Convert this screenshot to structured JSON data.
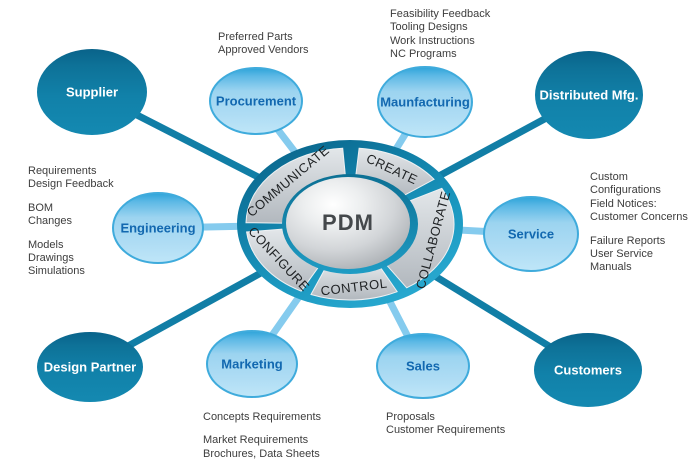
{
  "diagram_title": "PDM hub and spoke diagram",
  "hub": {
    "center_label": "PDM",
    "segments": [
      "COMMUNICATE",
      "CREATE",
      "COLLABORATE",
      "CONTROL",
      "CONFIGURE"
    ]
  },
  "nodes": [
    {
      "label": "Supplier",
      "type": "external-dark"
    },
    {
      "label": "Procurement",
      "type": "internal-light"
    },
    {
      "label": "Maunfacturing",
      "type": "internal-light"
    },
    {
      "label": "Distributed Mfg.",
      "type": "external-dark"
    },
    {
      "label": "Engineering",
      "type": "internal-light"
    },
    {
      "label": "Service",
      "type": "internal-light"
    },
    {
      "label": "Design Partner",
      "type": "external-dark"
    },
    {
      "label": "Marketing",
      "type": "internal-light"
    },
    {
      "label": "Sales",
      "type": "internal-light"
    },
    {
      "label": "Customers",
      "type": "external-dark"
    }
  ],
  "notes": {
    "procurement": [
      "Preferred Parts",
      "Approved Vendors"
    ],
    "manufacturing": [
      "Feasibility Feedback",
      "Tooling Designs",
      "Work Instructions",
      "NC Programs"
    ],
    "engineering": [
      "Requirements",
      "Design Feedback",
      "",
      "BOM",
      "Changes",
      "",
      "Models",
      "Drawings",
      "Simulations"
    ],
    "service": [
      "Custom",
      "Configurations",
      "Field Notices:",
      "Customer Concerns",
      "",
      "Failure Reports",
      "User Service",
      "Manuals"
    ],
    "marketing": [
      "Concepts Requirements",
      "",
      "Market Requirements",
      "Brochures, Data Sheets"
    ],
    "sales": [
      "Proposals",
      "Customer Requirements"
    ]
  },
  "colors": {
    "dark_node": "#1181a9",
    "dark_node_rim": "#09638a",
    "light_node": "#a8d8f1",
    "light_node_rim": "#3fabdc",
    "dark_connector": "#117ea6",
    "light_connector": "#85cbee",
    "hub_ring": "#0f7ba3",
    "segment_gray": "#c3c9ce",
    "light_label_blue": "#1268b0",
    "note_text": "#3d3d3d",
    "pdm_text": "#44484b"
  }
}
